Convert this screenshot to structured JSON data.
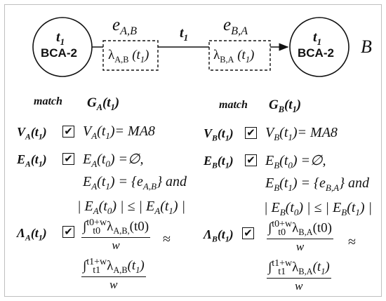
{
  "nodes": {
    "left": {
      "time": "t",
      "time_sub": "1",
      "label": "BCA-2"
    },
    "right": {
      "time": "t",
      "time_sub": "1",
      "label": "BCA-2"
    }
  },
  "graph_label": "B",
  "edge_top": {
    "time": "t",
    "time_sub": "1"
  },
  "edges": {
    "ab": {
      "name": "e",
      "name_sub": "A,B",
      "box_text": "λ",
      "box_sub": "A,B",
      "box_arg": "(t",
      "box_arg_sub": "1",
      "box_close": ")"
    },
    "ba": {
      "name": "e",
      "name_sub": "B,A",
      "box_text": "λ",
      "box_sub": "B,A",
      "box_arg": "(t",
      "box_arg_sub": "1",
      "box_close": ")"
    }
  },
  "left_col": {
    "match": "match",
    "graph": "G",
    "graph_sub": "A",
    "graph_arg": "(t",
    "graph_arg_sub": "1",
    "graph_close": ")",
    "v_label": "V",
    "v_sub": "A",
    "v_arg": "(t",
    "v_arg_sub": "1",
    "v_close": ")",
    "v_expr": "V",
    "v_expr_sub": "A",
    "v_expr_arg": "(t",
    "v_expr_arg_sub": "1",
    "v_expr_rest": ")= MA8",
    "e_label": "E",
    "e_sub": "A",
    "e_arg": "(t",
    "e_arg_sub": "1",
    "e_close": ")",
    "e_line1": "E",
    "e_line1_sub": "A",
    "e_line1_arg": "(t",
    "e_line1_arg_sub": "0",
    "e_line1_rest": ") =∅,",
    "e_line2": "E",
    "e_line2_sub": "A",
    "e_line2_arg": "(t",
    "e_line2_arg_sub": "1",
    "e_line2_rest": ") = {e",
    "e_line2_set_sub": "A,B",
    "e_line2_end": "} and",
    "e_line3_a": "| E",
    "e_line3_a_sub": "A",
    "e_line3_a_arg": "(t",
    "e_line3_a_arg_sub": "0",
    "e_line3_mid": ") | ≤ | E",
    "e_line3_b_sub": "A",
    "e_line3_b_arg": "(t",
    "e_line3_b_arg_sub": "1",
    "e_line3_end": ") |",
    "l_label": "Λ",
    "l_sub": "A",
    "l_arg": "(t",
    "l_arg_sub": "1",
    "l_close": ")",
    "frac1": {
      "int": "∫",
      "upper": "t0+w",
      "lower": "t0",
      "body": "λ",
      "body_sub": "A,B,",
      "body_arg": "(t0)",
      "den": "w"
    },
    "frac2": {
      "int": "∫",
      "upper": "t1+w",
      "lower": "t1",
      "body": "λ",
      "body_sub": "A,B",
      "body_arg": "(t",
      "body_arg_sub": "1",
      "body_close": ")",
      "den": "w"
    },
    "approx": "≈"
  },
  "right_col": {
    "match": "match",
    "graph": "G",
    "graph_sub": "B",
    "graph_arg": "(t",
    "graph_arg_sub": "1",
    "graph_close": ")",
    "v_label": "V",
    "v_sub": "B",
    "v_arg": "(t",
    "v_arg_sub": "1",
    "v_close": ")",
    "v_expr": "V",
    "v_expr_sub": "B",
    "v_expr_arg": "(t",
    "v_expr_arg_sub": "1",
    "v_expr_rest": ")= MA8",
    "e_label": "E",
    "e_sub": "B",
    "e_arg": "(t",
    "e_arg_sub": "1",
    "e_close": ")",
    "e_line1": "E",
    "e_line1_sub": "B",
    "e_line1_arg": "(t",
    "e_line1_arg_sub": "0",
    "e_line1_rest": ") =∅,",
    "e_line2": "E",
    "e_line2_sub": "B",
    "e_line2_arg": "(t",
    "e_line2_arg_sub": "1",
    "e_line2_rest": ") = {e",
    "e_line2_set_sub": "B,A",
    "e_line2_end": "} and",
    "e_line3_a": "| E",
    "e_line3_a_sub": "B",
    "e_line3_a_arg": "(t",
    "e_line3_a_arg_sub": "0",
    "e_line3_mid": ") | ≤ | E",
    "e_line3_b_sub": "B",
    "e_line3_b_arg": "(t",
    "e_line3_b_arg_sub": "1",
    "e_line3_end": ") |",
    "l_label": "Λ",
    "l_sub": "B",
    "l_arg": "(t",
    "l_arg_sub": "1",
    "l_close": ")",
    "frac1": {
      "int": "∫",
      "upper": "t0+w",
      "lower": "t0",
      "body": "λ",
      "body_sub": "B,A",
      "body_arg": "(t0)",
      "den": "w"
    },
    "frac2": {
      "int": "∫",
      "upper": "t1+w",
      "lower": "t1",
      "body": "λ",
      "body_sub": "B,A",
      "body_arg": "(t",
      "body_arg_sub": "1",
      "body_close": ")",
      "den": "w"
    },
    "approx": "≈"
  },
  "checkmark": "✔"
}
